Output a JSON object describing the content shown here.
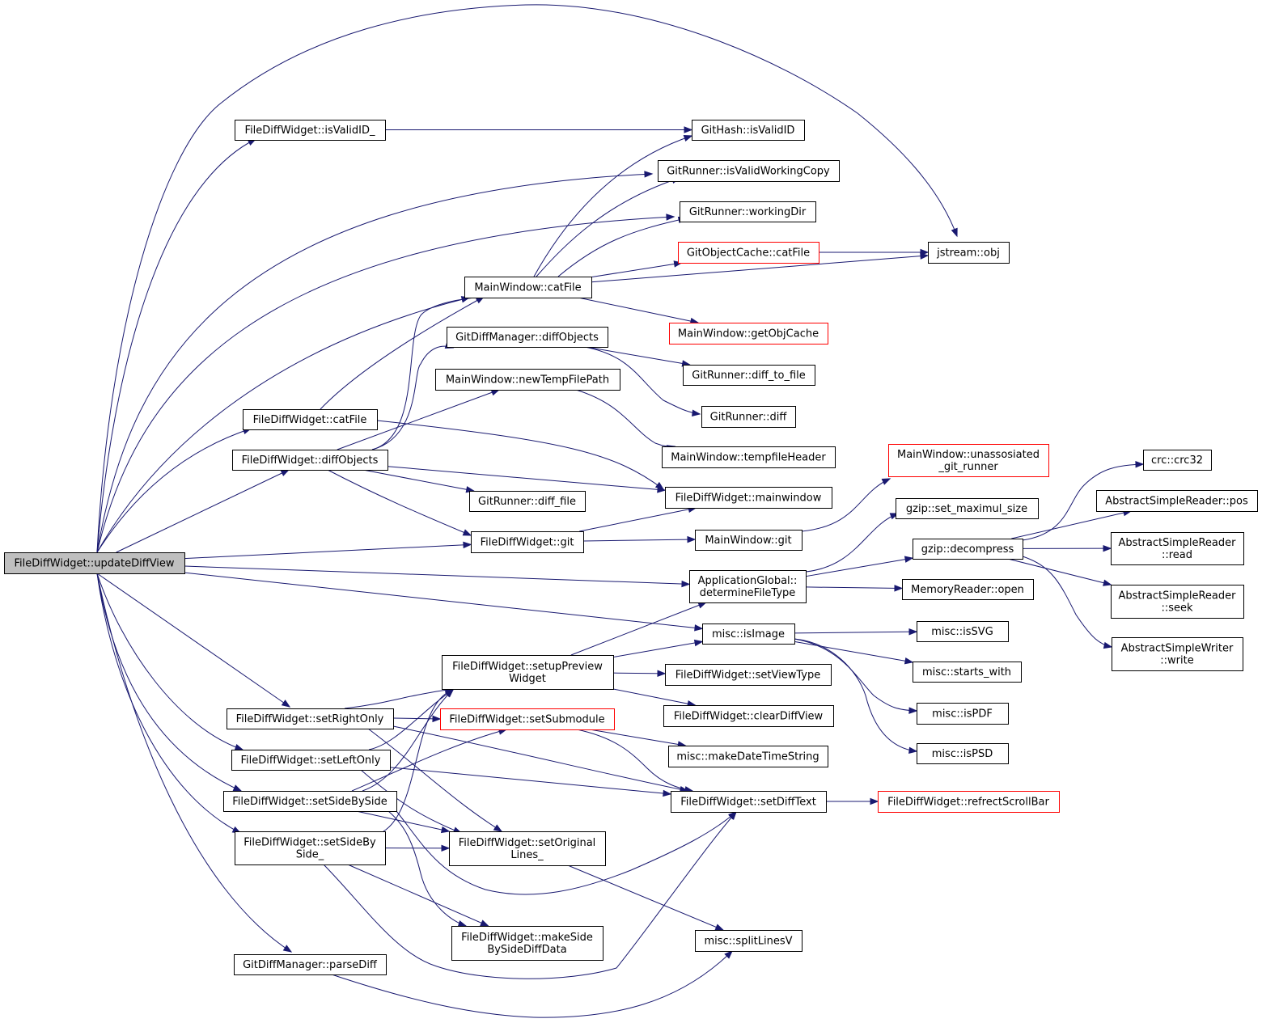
{
  "graph": {
    "colors": {
      "edge": "#191970",
      "node_border": "#000000",
      "node_border_truncated": "#ff0000",
      "root_fill": "#bfbfbf",
      "node_fill": "#ffffff"
    },
    "nodes": [
      {
        "id": "updateDiffView",
        "lines": [
          "FileDiffWidget::updateDiffView"
        ],
        "style": "root"
      },
      {
        "id": "isValidID_",
        "lines": [
          "FileDiffWidget::isValidID_"
        ]
      },
      {
        "id": "gh_isValidID",
        "lines": [
          "GitHash::isValidID"
        ]
      },
      {
        "id": "isValidWorkingCopy",
        "lines": [
          "GitRunner::isValidWorkingCopy"
        ]
      },
      {
        "id": "workingDir",
        "lines": [
          "GitRunner::workingDir"
        ]
      },
      {
        "id": "goc_catFile",
        "lines": [
          "GitObjectCache::catFile"
        ],
        "style": "red"
      },
      {
        "id": "jstream_obj",
        "lines": [
          "jstream::obj"
        ]
      },
      {
        "id": "mw_catFile",
        "lines": [
          "MainWindow::catFile"
        ]
      },
      {
        "id": "getObjCache",
        "lines": [
          "MainWindow::getObjCache"
        ],
        "style": "red"
      },
      {
        "id": "gdm_diffObjects",
        "lines": [
          "GitDiffManager::diffObjects"
        ]
      },
      {
        "id": "diff_to_file",
        "lines": [
          "GitRunner::diff_to_file"
        ]
      },
      {
        "id": "newTempFilePath",
        "lines": [
          "MainWindow::newTempFilePath"
        ]
      },
      {
        "id": "gr_diff",
        "lines": [
          "GitRunner::diff"
        ]
      },
      {
        "id": "fdw_catFile",
        "lines": [
          "FileDiffWidget::catFile"
        ]
      },
      {
        "id": "tempfileHeader",
        "lines": [
          "MainWindow::tempfileHeader"
        ]
      },
      {
        "id": "fdw_diffObjects",
        "lines": [
          "FileDiffWidget::diffObjects"
        ]
      },
      {
        "id": "unassosiated",
        "lines": [
          "MainWindow::unassosiated",
          "_git_runner"
        ],
        "style": "red"
      },
      {
        "id": "crc32",
        "lines": [
          "crc::crc32"
        ]
      },
      {
        "id": "diff_file",
        "lines": [
          "GitRunner::diff_file"
        ]
      },
      {
        "id": "mainwindow",
        "lines": [
          "FileDiffWidget::mainwindow"
        ]
      },
      {
        "id": "set_maximul_size",
        "lines": [
          "gzip::set_maximul_size"
        ]
      },
      {
        "id": "asr_pos",
        "lines": [
          "AbstractSimpleReader::pos"
        ]
      },
      {
        "id": "fdw_git",
        "lines": [
          "FileDiffWidget::git"
        ]
      },
      {
        "id": "mw_git",
        "lines": [
          "MainWindow::git"
        ]
      },
      {
        "id": "decompress",
        "lines": [
          "gzip::decompress"
        ]
      },
      {
        "id": "asr_read",
        "lines": [
          "AbstractSimpleReader",
          "::read"
        ]
      },
      {
        "id": "determineFileType",
        "lines": [
          "ApplicationGlobal::",
          "determineFileType"
        ]
      },
      {
        "id": "mr_open",
        "lines": [
          "MemoryReader::open"
        ]
      },
      {
        "id": "asr_seek",
        "lines": [
          "AbstractSimpleReader",
          "::seek"
        ]
      },
      {
        "id": "isImage",
        "lines": [
          "misc::isImage"
        ]
      },
      {
        "id": "isSVG",
        "lines": [
          "misc::isSVG"
        ]
      },
      {
        "id": "asw_write",
        "lines": [
          "AbstractSimpleWriter",
          "::write"
        ]
      },
      {
        "id": "setupPreview",
        "lines": [
          "FileDiffWidget::setupPreview",
          "Widget"
        ]
      },
      {
        "id": "starts_with",
        "lines": [
          "misc::starts_with"
        ]
      },
      {
        "id": "setViewType",
        "lines": [
          "FileDiffWidget::setViewType"
        ]
      },
      {
        "id": "setRightOnly",
        "lines": [
          "FileDiffWidget::setRightOnly"
        ]
      },
      {
        "id": "setSubmodule",
        "lines": [
          "FileDiffWidget::setSubmodule"
        ],
        "style": "red"
      },
      {
        "id": "clearDiffView",
        "lines": [
          "FileDiffWidget::clearDiffView"
        ]
      },
      {
        "id": "isPDF",
        "lines": [
          "misc::isPDF"
        ]
      },
      {
        "id": "setLeftOnly",
        "lines": [
          "FileDiffWidget::setLeftOnly"
        ]
      },
      {
        "id": "makeDateTimeString",
        "lines": [
          "misc::makeDateTimeString"
        ]
      },
      {
        "id": "isPSD",
        "lines": [
          "misc::isPSD"
        ]
      },
      {
        "id": "setSideBySide",
        "lines": [
          "FileDiffWidget::setSideBySide"
        ]
      },
      {
        "id": "setDiffText",
        "lines": [
          "FileDiffWidget::setDiffText"
        ]
      },
      {
        "id": "refrectScrollBar",
        "lines": [
          "FileDiffWidget::refrectScrollBar"
        ],
        "style": "red"
      },
      {
        "id": "setSideBySide_",
        "lines": [
          "FileDiffWidget::setSideBy",
          "Side_"
        ]
      },
      {
        "id": "setOriginalLines",
        "lines": [
          "FileDiffWidget::setOriginal",
          "Lines_"
        ]
      },
      {
        "id": "makeSideBySide",
        "lines": [
          "FileDiffWidget::makeSide",
          "BySideDiffData"
        ]
      },
      {
        "id": "splitLinesV",
        "lines": [
          "misc::splitLinesV"
        ]
      },
      {
        "id": "parseDiff",
        "lines": [
          "GitDiffManager::parseDiff"
        ]
      }
    ],
    "edges": [
      [
        "updateDiffView",
        "jstream_obj"
      ],
      [
        "updateDiffView",
        "isValidID_"
      ],
      [
        "updateDiffView",
        "isValidWorkingCopy"
      ],
      [
        "updateDiffView",
        "workingDir"
      ],
      [
        "updateDiffView",
        "mw_catFile"
      ],
      [
        "updateDiffView",
        "fdw_catFile"
      ],
      [
        "updateDiffView",
        "fdw_diffObjects"
      ],
      [
        "updateDiffView",
        "fdw_git"
      ],
      [
        "updateDiffView",
        "determineFileType"
      ],
      [
        "updateDiffView",
        "isImage"
      ],
      [
        "updateDiffView",
        "setRightOnly"
      ],
      [
        "updateDiffView",
        "setLeftOnly"
      ],
      [
        "updateDiffView",
        "setSideBySide"
      ],
      [
        "updateDiffView",
        "setSideBySide_"
      ],
      [
        "updateDiffView",
        "parseDiff"
      ],
      [
        "isValidID_",
        "gh_isValidID"
      ],
      [
        "mw_catFile",
        "gh_isValidID"
      ],
      [
        "mw_catFile",
        "isValidWorkingCopy"
      ],
      [
        "mw_catFile",
        "workingDir"
      ],
      [
        "mw_catFile",
        "goc_catFile"
      ],
      [
        "mw_catFile",
        "jstream_obj"
      ],
      [
        "mw_catFile",
        "getObjCache"
      ],
      [
        "goc_catFile",
        "jstream_obj"
      ],
      [
        "gdm_diffObjects",
        "diff_to_file"
      ],
      [
        "gdm_diffObjects",
        "gr_diff"
      ],
      [
        "newTempFilePath",
        "tempfileHeader"
      ],
      [
        "fdw_catFile",
        "mw_catFile"
      ],
      [
        "fdw_catFile",
        "mainwindow"
      ],
      [
        "fdw_diffObjects",
        "mw_catFile"
      ],
      [
        "fdw_diffObjects",
        "gdm_diffObjects"
      ],
      [
        "fdw_diffObjects",
        "newTempFilePath"
      ],
      [
        "fdw_diffObjects",
        "mainwindow"
      ],
      [
        "fdw_diffObjects",
        "diff_file"
      ],
      [
        "fdw_diffObjects",
        "fdw_git"
      ],
      [
        "fdw_git",
        "mainwindow"
      ],
      [
        "fdw_git",
        "mw_git"
      ],
      [
        "mw_git",
        "unassosiated"
      ],
      [
        "determineFileType",
        "set_maximul_size"
      ],
      [
        "determineFileType",
        "decompress"
      ],
      [
        "determineFileType",
        "mr_open"
      ],
      [
        "decompress",
        "crc32"
      ],
      [
        "decompress",
        "asr_pos"
      ],
      [
        "decompress",
        "asr_read"
      ],
      [
        "decompress",
        "asr_seek"
      ],
      [
        "decompress",
        "asw_write"
      ],
      [
        "isImage",
        "isSVG"
      ],
      [
        "isImage",
        "starts_with"
      ],
      [
        "isImage",
        "isPDF"
      ],
      [
        "isImage",
        "isPSD"
      ],
      [
        "setupPreview",
        "determineFileType"
      ],
      [
        "setupPreview",
        "isImage"
      ],
      [
        "setupPreview",
        "setViewType"
      ],
      [
        "setupPreview",
        "clearDiffView"
      ],
      [
        "setRightOnly",
        "setupPreview"
      ],
      [
        "setRightOnly",
        "setSubmodule"
      ],
      [
        "setRightOnly",
        "setDiffText"
      ],
      [
        "setRightOnly",
        "setOriginalLines"
      ],
      [
        "setSubmodule",
        "makeDateTimeString"
      ],
      [
        "setSubmodule",
        "setDiffText"
      ],
      [
        "setLeftOnly",
        "setupPreview"
      ],
      [
        "setLeftOnly",
        "setDiffText"
      ],
      [
        "setLeftOnly",
        "setOriginalLines"
      ],
      [
        "setSideBySide",
        "setupPreview"
      ],
      [
        "setSideBySide",
        "setSubmodule"
      ],
      [
        "setSideBySide",
        "setOriginalLines"
      ],
      [
        "setSideBySide",
        "setDiffText"
      ],
      [
        "setSideBySide",
        "makeSideBySide"
      ],
      [
        "setDiffText",
        "refrectScrollBar"
      ],
      [
        "setSideBySide_",
        "setupPreview"
      ],
      [
        "setSideBySide_",
        "setOriginalLines"
      ],
      [
        "setSideBySide_",
        "makeSideBySide"
      ],
      [
        "setSideBySide_",
        "setDiffText"
      ],
      [
        "setOriginalLines",
        "splitLinesV"
      ],
      [
        "parseDiff",
        "splitLinesV"
      ]
    ]
  }
}
